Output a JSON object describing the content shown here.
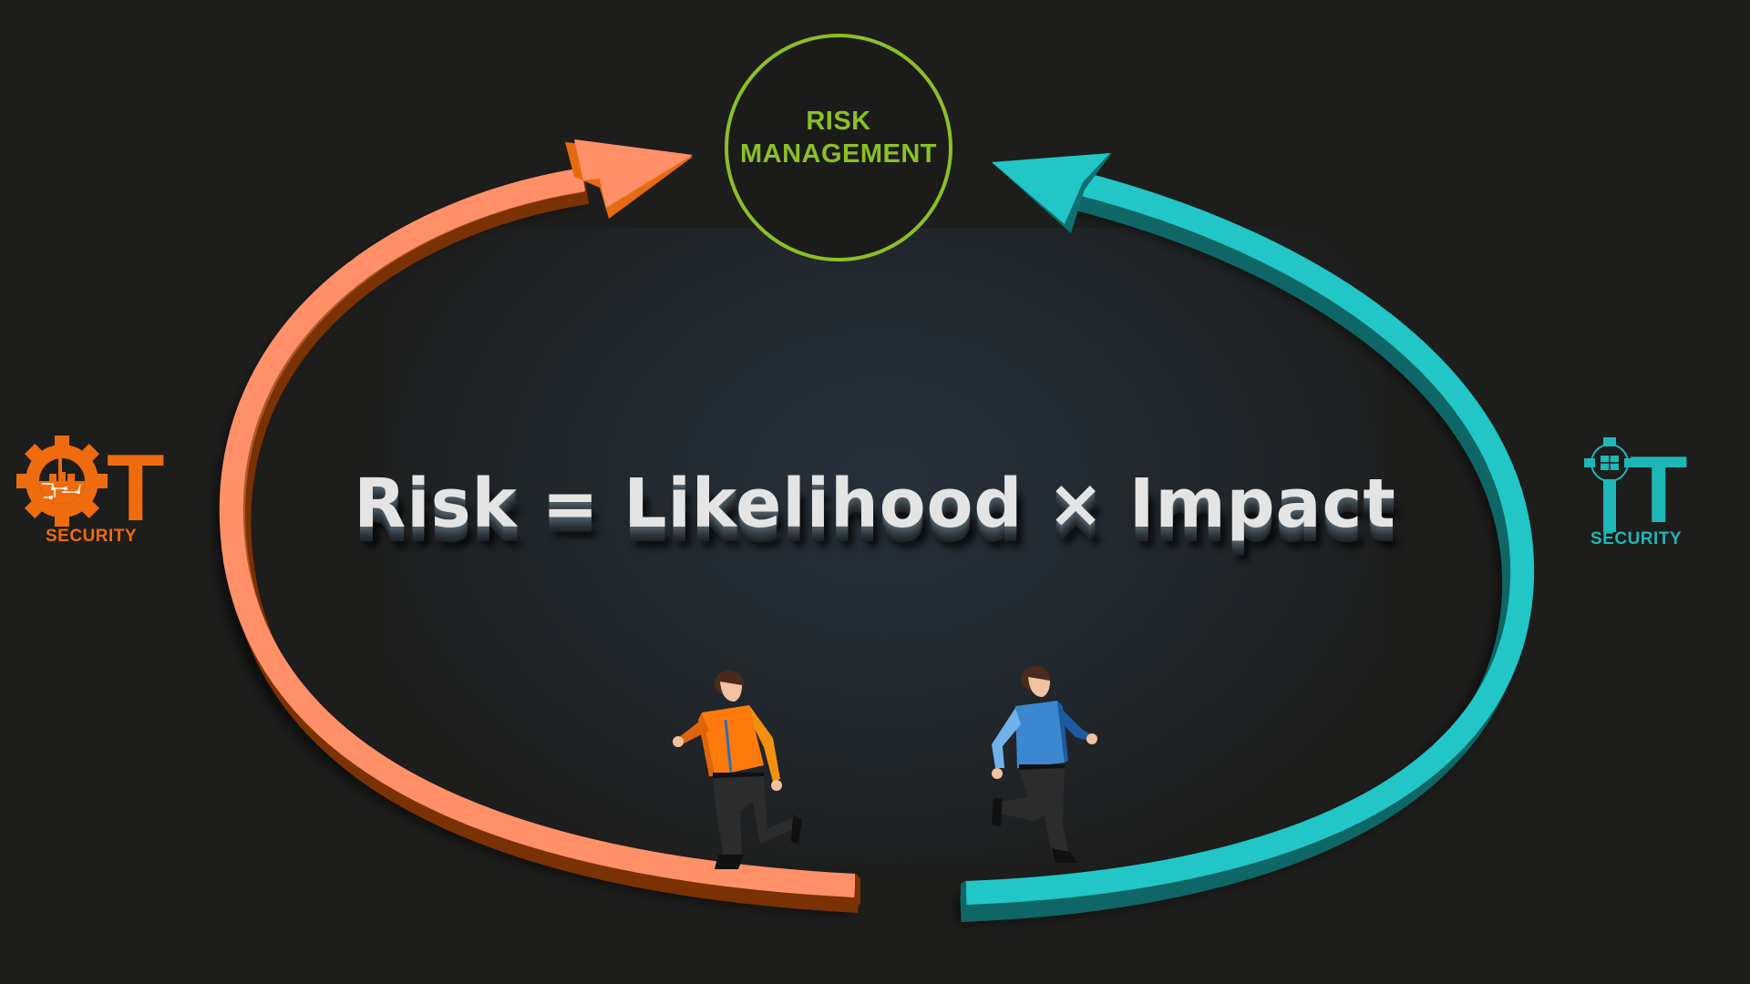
{
  "title": "Risk = Likelihood × Impact",
  "center_node": {
    "line1": "RISK",
    "line2": "MANAGEMENT",
    "color": "#8cbf26"
  },
  "formula": {
    "text": "Risk = Likelihood × Impact",
    "color": "#e4e4e4"
  },
  "left_logo": {
    "letter": "T",
    "label": "SECURITY",
    "icon": "gear-factory-circuit-icon",
    "meaning": "OT",
    "color": "#ee6c0d"
  },
  "right_logo": {
    "letter": "T",
    "label": "SECURITY",
    "icon": "network-computers-icon",
    "meaning": "IT",
    "color": "#1fb7b7"
  },
  "arrows": [
    {
      "name": "ot-arrow",
      "color": "#ff9068",
      "side_color": "#e86a10",
      "direction": "to-risk-management"
    },
    {
      "name": "it-arrow",
      "color": "#22c6c6",
      "side_color": "#0e6666",
      "direction": "to-risk-management"
    }
  ],
  "figures": [
    {
      "name": "ot-runner",
      "shirt_color": "#ff7a0c"
    },
    {
      "name": "it-runner",
      "shirt_color": "#3b88d0"
    }
  ],
  "background_color": "#1d1d1c"
}
